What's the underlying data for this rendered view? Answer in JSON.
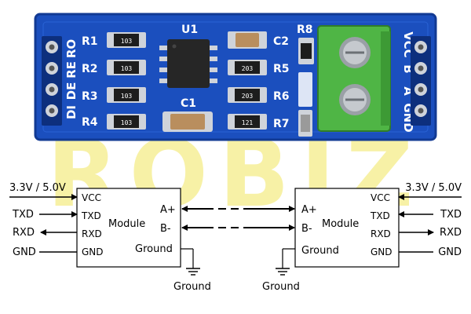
{
  "colors": {
    "pcb": "#1b4fbe",
    "pcb_dark": "#123a93",
    "silkscreen": "#ffffff",
    "pad": "#cfd3da",
    "terminal": "#4fb545",
    "watermark": "#f7f1a6",
    "line": "#000000"
  },
  "board": {
    "left_header_labels": [
      "RO",
      "RE",
      "DE",
      "DI"
    ],
    "right_header_labels": [
      "VCC",
      "B",
      "A",
      "GND"
    ],
    "ic_label": "U1",
    "cap_labels": [
      "C1",
      "C2"
    ],
    "left_resistor_labels": [
      "R1",
      "R2",
      "R3",
      "R4"
    ],
    "right_resistor_labels": [
      "R5",
      "R6",
      "R7"
    ],
    "top_right_resistor_label": "R8",
    "resistor_codes": [
      "103",
      "103",
      "103",
      "103",
      "203",
      "203",
      "121"
    ]
  },
  "watermark": {
    "text": "ROBIZ"
  },
  "diagram": {
    "left_module": {
      "supply": "3.3V / 5.0V",
      "pins": [
        "VCC",
        "TXD",
        "RXD",
        "GND"
      ],
      "external": [
        "TXD",
        "RXD",
        "GND"
      ],
      "title": "Module",
      "bus": [
        "A+",
        "B-"
      ],
      "ground_label": "Ground"
    },
    "right_module": {
      "supply": "3.3V / 5.0V",
      "pins": [
        "VCC",
        "TXD",
        "RXD",
        "GND"
      ],
      "external": [
        "TXD",
        "RXD",
        "GND"
      ],
      "title": "Module",
      "bus": [
        "A+",
        "B-"
      ],
      "ground_label": "Ground"
    },
    "ground_symbol_labels": [
      "Ground",
      "Ground"
    ]
  }
}
